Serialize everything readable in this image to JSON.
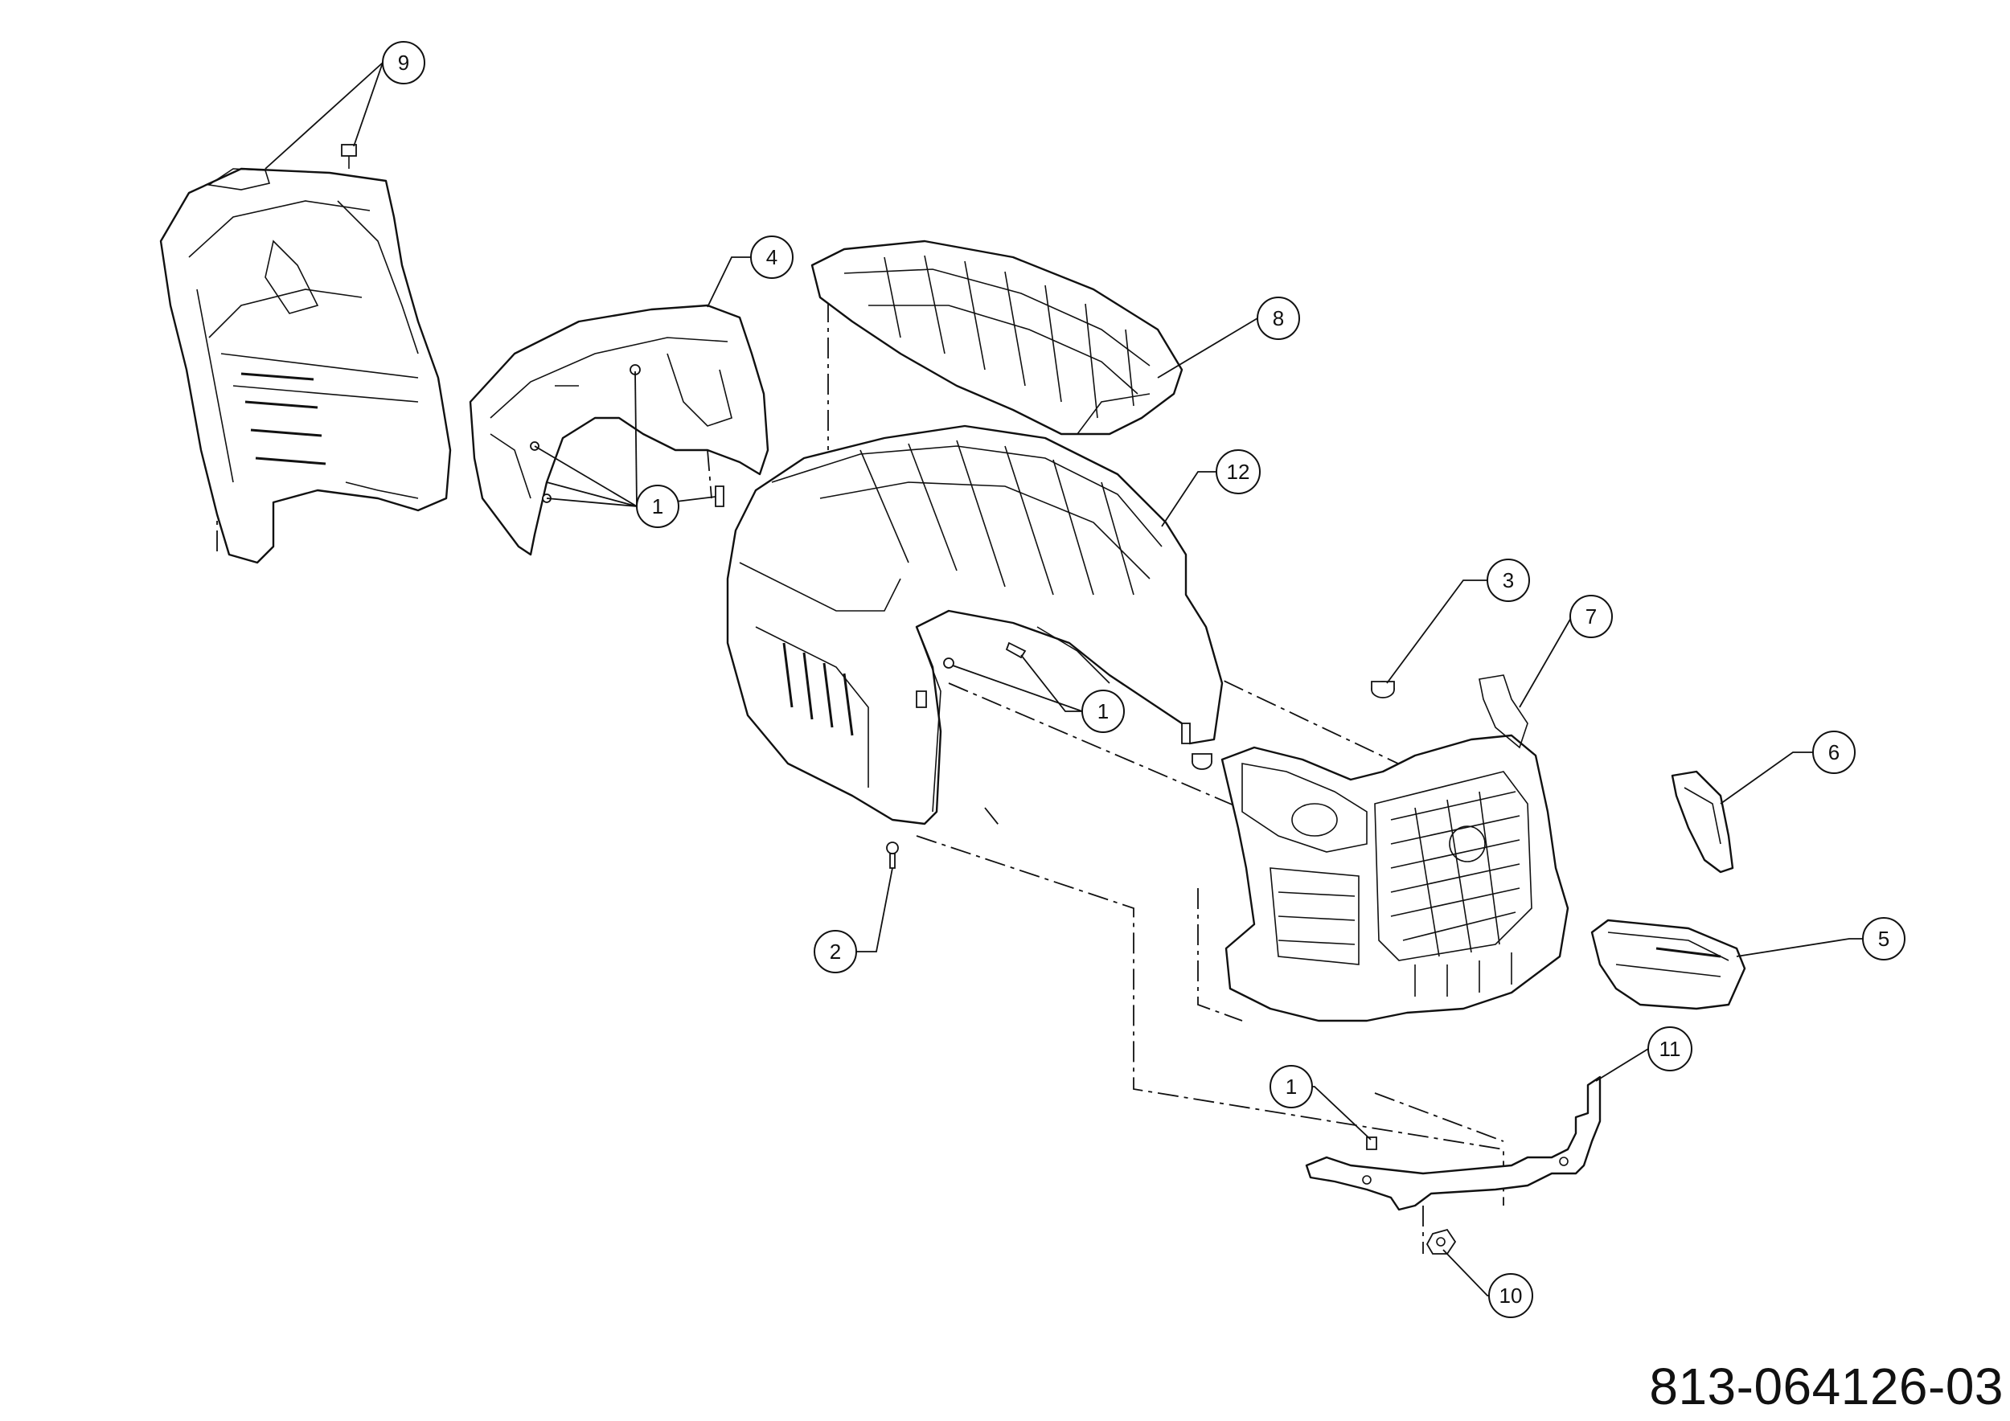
{
  "drawing_number": "813-064126-03",
  "callouts": [
    {
      "id": "c9",
      "label": "9"
    },
    {
      "id": "c4",
      "label": "4"
    },
    {
      "id": "c8",
      "label": "8"
    },
    {
      "id": "c12",
      "label": "12"
    },
    {
      "id": "c1a",
      "label": "1"
    },
    {
      "id": "c3",
      "label": "3"
    },
    {
      "id": "c7",
      "label": "7"
    },
    {
      "id": "c1b",
      "label": "1"
    },
    {
      "id": "c6",
      "label": "6"
    },
    {
      "id": "c5",
      "label": "5"
    },
    {
      "id": "c2",
      "label": "2"
    },
    {
      "id": "c11",
      "label": "11"
    },
    {
      "id": "c1c",
      "label": "1"
    },
    {
      "id": "c10",
      "label": "10"
    }
  ]
}
